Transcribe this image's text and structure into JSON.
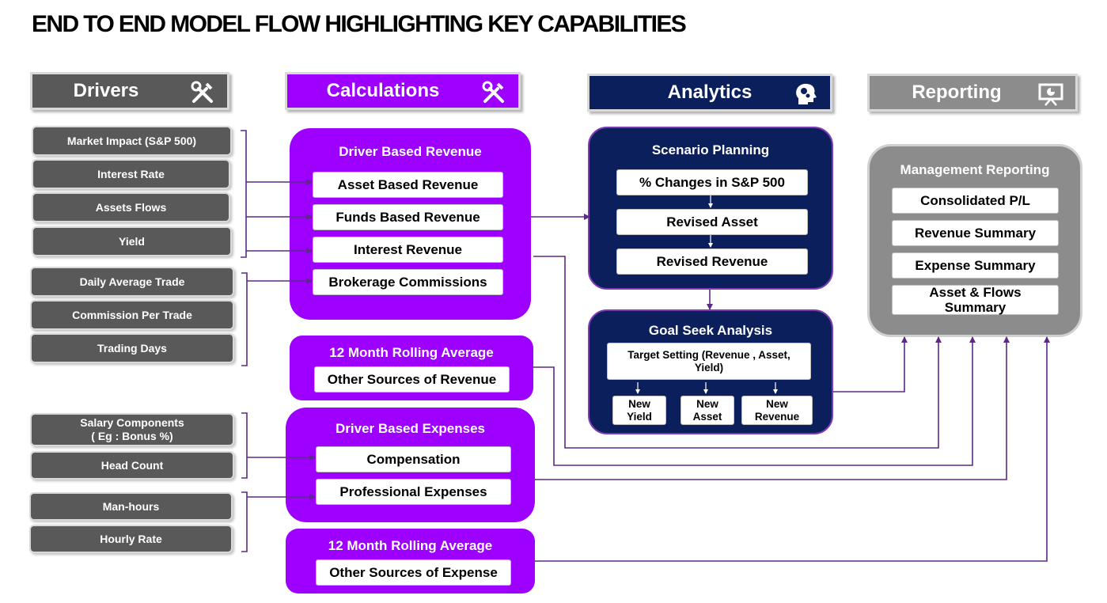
{
  "title": "END TO END MODEL FLOW  HIGHLIGHTING KEY CAPABILITIES",
  "headers": {
    "drivers": "Drivers",
    "calculations": "Calculations",
    "analytics": "Analytics",
    "reporting": "Reporting"
  },
  "drivers": [
    "Market Impact (S&P 500)",
    "Interest Rate",
    "Assets Flows",
    "Yield",
    "Daily Average  Trade",
    "Commission Per Trade",
    "Trading Days",
    "Salary Components\n( Eg : Bonus %)",
    "Head Count",
    "Man-hours",
    "Hourly Rate"
  ],
  "calculations": {
    "revenue": {
      "title": "Driver Based Revenue",
      "items": [
        "Asset Based Revenue",
        "Funds Based Revenue",
        "Interest Revenue",
        "Brokerage Commissions"
      ]
    },
    "rolling_revenue": {
      "title": "12 Month Rolling Average",
      "item": "Other Sources of Revenue"
    },
    "expenses": {
      "title": "Driver Based Expenses",
      "items": [
        "Compensation",
        "Professional Expenses"
      ]
    },
    "rolling_expense": {
      "title": "12 Month Rolling Average",
      "item": "Other Sources of Expense"
    }
  },
  "analytics": {
    "scenario": {
      "title": "Scenario Planning",
      "items": [
        "% Changes in S&P 500",
        "Revised Asset",
        "Revised Revenue"
      ]
    },
    "goal_seek": {
      "title": "Goal Seek Analysis",
      "target": "Target Setting (Revenue , Asset,\nYield)",
      "outputs": [
        "New\nYield",
        "New\nAsset",
        "New\nRevenue"
      ]
    }
  },
  "reporting": {
    "title": "Management Reporting",
    "items": [
      "Consolidated P/L",
      "Revenue Summary",
      "Expense Summary",
      "Asset & Flows\nSummary"
    ]
  },
  "colors": {
    "purple": "#9e00ff",
    "navy": "#0a1f5c",
    "dark_gray": "#595959",
    "light_gray": "#8c8c8c",
    "connector": "#5b2a86"
  },
  "icons": [
    "tools-icon",
    "tools-icon",
    "head-gears-icon",
    "presentation-icon"
  ]
}
